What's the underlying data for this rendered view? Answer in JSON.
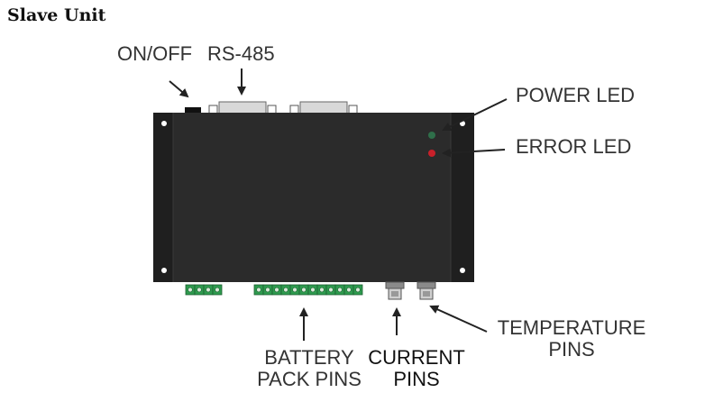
{
  "heading": "Slave Unit",
  "labels": {
    "on_off": "ON/OFF",
    "rs485": "RS-485",
    "power_led": "POWER LED",
    "error_led": "ERROR LED",
    "temperature_line1": "TEMPERATURE",
    "temperature_line2": "PINS",
    "battery_line1": "BATTERY",
    "battery_line2": "PACK PINS",
    "current_line1": "CURRENT",
    "current_line2": "PINS"
  },
  "colors": {
    "enclosure": "#2b2b2b",
    "flange": "#1f1f1f",
    "terminal": "#2e9a4e",
    "power_led": "#2f6f4a",
    "error_led": "#c8202a",
    "arrow": "#222222"
  }
}
